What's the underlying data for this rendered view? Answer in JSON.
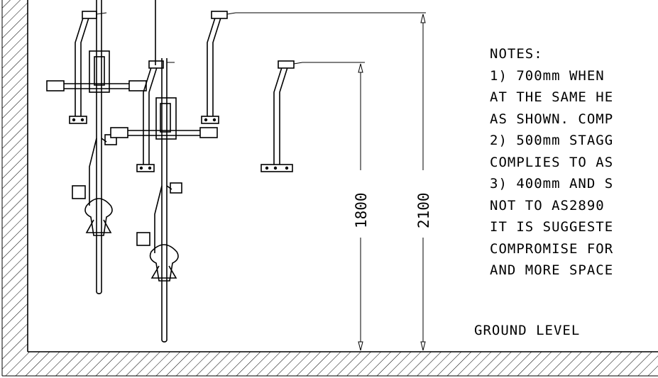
{
  "notes": {
    "heading": "NOTES:",
    "lines": [
      "1) 700mm WHEN",
      "AT THE SAME HE",
      "AS SHOWN. COMP",
      "2) 500mm STAGG",
      "COMPLIES TO AS",
      "3) 400mm AND S",
      "NOT TO AS2890",
      "IT IS SUGGESTE",
      "COMPROMISE FOR",
      "AND MORE SPACE"
    ]
  },
  "ground_label": "GROUND LEVEL",
  "dimensions": {
    "lower_rack_height": "1800",
    "upper_rack_height": "2100"
  }
}
